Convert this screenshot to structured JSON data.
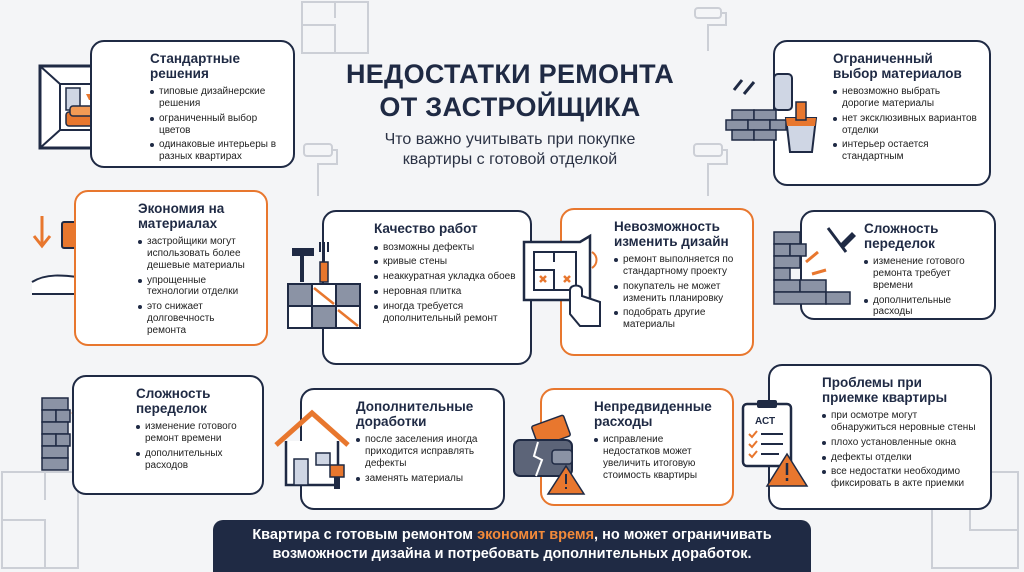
{
  "title_line1": "НЕДОСТАТКИ РЕМОНТА",
  "title_line2": "ОТ ЗАСТРОЙЩИКА",
  "subtitle_line1": "Что важно учитывать при покупке",
  "subtitle_line2": "квартиры с готовой отделкой",
  "colors": {
    "navy": "#1f2a44",
    "orange": "#e8772e",
    "background": "#f4f5f7"
  },
  "cards": {
    "standard": {
      "title": "Стандартные решения",
      "icon": "room-sofa-icon",
      "items": [
        "типовые дизайнерские решения",
        "ограниченный выбор цветов",
        "одинаковые интерьеры в разных квартирах"
      ]
    },
    "limited_materials": {
      "title": "Ограниченный выбор материалов",
      "icon": "bricks-paint-bucket-icon",
      "items": [
        "невозможно выбрать дорогие материалы",
        "нет эксклюзивных вариантов отделки",
        "интерьер остается стандартным"
      ]
    },
    "economy": {
      "title": "Экономия на материалах",
      "icon": "money-hand-icon",
      "items": [
        "застройщики могут использовать более дешевые материалы",
        "упрощенные технологии отделки",
        "это снижает долговечность ремонта"
      ]
    },
    "quality": {
      "title": "Качество работ",
      "icon": "tools-tiles-icon",
      "items": [
        "возможны дефекты",
        "кривые стены",
        "неаккуратная укладка обоев",
        "неровная плитка",
        "иногда требуется дополнительный ремонт"
      ]
    },
    "design": {
      "title": "Невозможность изменить дизайн",
      "icon": "floorplan-hand-icon",
      "items": [
        "ремонт выполняется по стандартному проекту",
        "покупатель не может изменить планировку",
        "подобрать другие материалы"
      ]
    },
    "rework_right": {
      "title": "Сложность переделок",
      "icon": "broken-wall-icon",
      "items": [
        "изменение готового ремонта требует времени",
        "дополнительные расходы"
      ]
    },
    "rework_left": {
      "title": "Сложность переделок",
      "icon": "wall-roller-icon",
      "items": [
        "изменение готового ремонт времени",
        "дополнительных расходов"
      ]
    },
    "additional": {
      "title": "Дополнительные доработки",
      "icon": "house-brush-icon",
      "items": [
        "после заселения иногда приходится исправлять дефекты",
        "заменять материалы"
      ]
    },
    "unexpected": {
      "title": "Непредвиденные расходы",
      "icon": "wallet-warning-icon",
      "items": [
        "исправление недостатков может увеличить итоговую стоимость квартиры"
      ]
    },
    "acceptance": {
      "title": "Проблемы при приемке квартиры",
      "icon": "act-clipboard-icon",
      "act_label": "АСТ",
      "items": [
        "при осмотре могут обнаружиться неровные стены",
        "плохо установленные окна",
        "дефекты отделки",
        "все недостатки необходимо фиксировать в акте приемки"
      ]
    }
  },
  "footer": {
    "part1": "Квартира с готовым ремонтом ",
    "highlight": "экономит время",
    "part2": ", но может ограничивать",
    "line2": "возможности дизайна и потребовать дополнительных доработок."
  }
}
